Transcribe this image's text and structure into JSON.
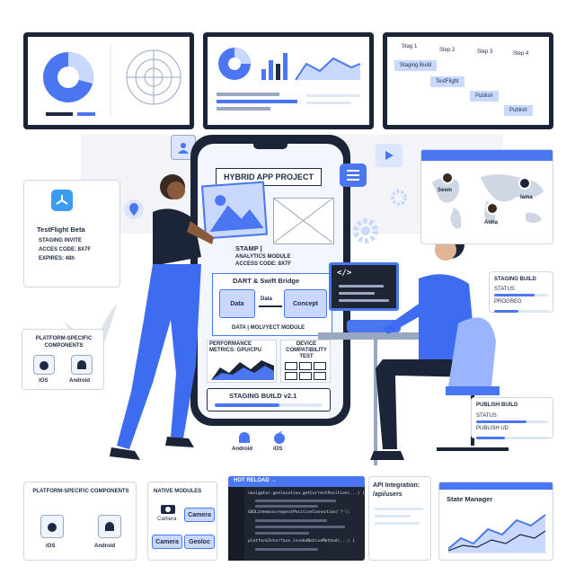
{
  "monitor_pipeline": {
    "steps": [
      "Stag 1",
      "Step 2",
      "Step 3",
      "Step 4"
    ],
    "stages": [
      "Staging Build",
      "TestFlight",
      "Publish",
      "Publish"
    ]
  },
  "phone": {
    "title": "HYBRID APP PROJECT",
    "stamp": "STAMP |",
    "analytics_module": "ANALYTICS MODULE",
    "access_code": "ACCESS CODE: 8X7F",
    "bridge_title": "DART & Swift Bridge",
    "bridge_left": "Data",
    "bridge_arrow": "Data",
    "bridge_right": "Concept",
    "bridge_footer": "DATA | MOLVYECT MODULE",
    "perf_title": "PERFORMANCE METRICS: GPU/CPU",
    "device_title": "DEVICE COMPATIBILITY TEST",
    "staging_build": "STAGING BUILD v2.1",
    "staging_progress": 0.6,
    "platform_android": "Android",
    "platform_ios": "iOS"
  },
  "testflight_card": {
    "title": "TestFlight Beta",
    "invite": "STAGING INVITE",
    "code": "ACCES CODE: 8X7F",
    "expires": "EXPIRES: 48h"
  },
  "map_card": {
    "people": [
      "Seem",
      "lama",
      "Anha"
    ]
  },
  "staging_card": {
    "title": "STAGING BUILD",
    "status_label": "STATUS",
    "progress_label": "PROGREG",
    "status_progress": 0.75,
    "progress_value": 0.45
  },
  "publish_card": {
    "title": "PUBLISH BUILD",
    "status_label": "STATUS",
    "publish_label": "PUBLISH UD",
    "status_progress": 0.7,
    "publish_progress": 0.4
  },
  "platform_card_top": {
    "title": "PLATFORM-SPECIFIC COMPONENTS",
    "ios": "iOS",
    "android": "Android"
  },
  "platform_card_bottom": {
    "title": "PLATFORM-SPECIFIC COMPONENTS",
    "ios": "iOS",
    "android": "Android"
  },
  "native_card": {
    "title": "NATIVE MODULES",
    "camera_icon_label": "Camera",
    "btn_camera_1": "Camera",
    "btn_camera_2": "Camera",
    "btn_geoloc": "Geoloc"
  },
  "hot_reload": {
    "title": "HOT RELOAD →",
    "line1": "navigator.geolocation.getCurrentPosition(...) {",
    "line2": "GOOLcheemce=requestPositionConnection('?');",
    "line3": "platformInterface.invokeNativeMethod(...) {"
  },
  "api_card": {
    "title": "API Integration:",
    "endpoint": "/api/users"
  },
  "state_card": {
    "title": "State Manager"
  },
  "code_tag": "</>",
  "colors": {
    "accent": "#4a76f2",
    "dark": "#1c2438",
    "light_blue": "#c9d8ff"
  }
}
